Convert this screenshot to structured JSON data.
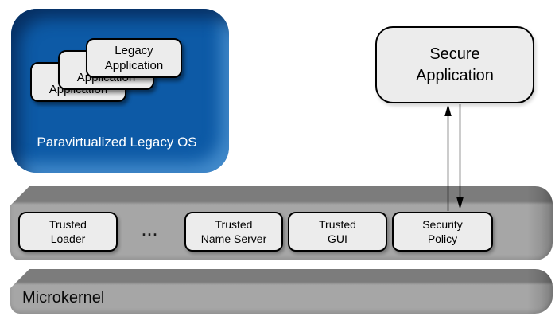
{
  "colors": {
    "os-blue": "#0d5aa6",
    "bar-top": "#7c7c7c",
    "bar-front": "#a6a6a6",
    "box-fill": "#ececec",
    "arrow": "#000000",
    "os-label-text": "#ffffff"
  },
  "legacy_os": {
    "label": "Paravirtualized Legacy OS",
    "apps": [
      {
        "text": "Legacy\nApplication"
      },
      {
        "text": "Legacy\nApplication"
      },
      {
        "text": "Legacy\nApplication"
      }
    ]
  },
  "secure_app": {
    "text": "Secure\nApplication"
  },
  "services": {
    "ellipsis": "...",
    "items": [
      {
        "text": "Trusted\nLoader"
      },
      {
        "text": "Trusted\nName Server"
      },
      {
        "text": "Trusted\nGUI"
      },
      {
        "text": "Security\nPolicy"
      }
    ]
  },
  "microkernel": {
    "label": "Microkernel"
  }
}
